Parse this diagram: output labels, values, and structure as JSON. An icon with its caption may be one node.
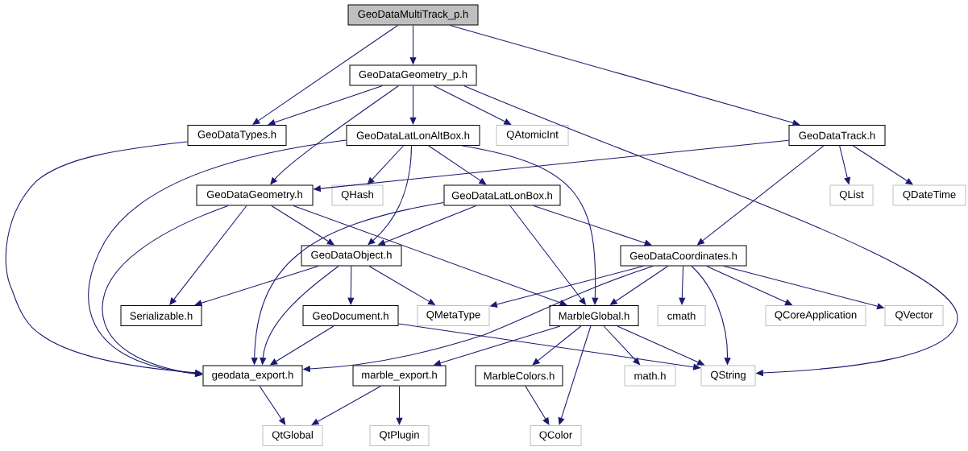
{
  "diagram": {
    "nodes": [
      {
        "text": [
          "GeoDataMultiTrack_p.h"
        ]
      },
      {
        "text": [
          "GeoDataGeometry_p.h"
        ]
      },
      {
        "text": [
          "GeoDataTypes.h"
        ]
      },
      {
        "text": [
          "GeoDataLatLonAltBox.h"
        ]
      },
      {
        "text": [
          "QAtomicInt"
        ]
      },
      {
        "text": [
          "GeoDataTrack.h"
        ]
      },
      {
        "text": [
          "GeoDataGeometry.h"
        ]
      },
      {
        "text": [
          "QHash"
        ]
      },
      {
        "text": [
          "GeoDataLatLonBox.h"
        ]
      },
      {
        "text": [
          "QList"
        ]
      },
      {
        "text": [
          "QDateTime"
        ]
      },
      {
        "text": [
          "GeoDataObject.h"
        ]
      },
      {
        "text": [
          "GeoDataCoordinates.h"
        ]
      },
      {
        "text": [
          "Serializable.h"
        ]
      },
      {
        "text": [
          "GeoDocument.h"
        ]
      },
      {
        "text": [
          "QMetaType"
        ]
      },
      {
        "text": [
          "MarbleGlobal.h"
        ]
      },
      {
        "text": [
          "cmath"
        ]
      },
      {
        "text": [
          "QCoreApplication"
        ]
      },
      {
        "text": [
          "QVector"
        ]
      },
      {
        "text": [
          "geodata_export.h"
        ]
      },
      {
        "text": [
          "marble_export.h"
        ]
      },
      {
        "text": [
          "MarbleColors.h"
        ]
      },
      {
        "text": [
          "math.h"
        ]
      },
      {
        "text": [
          "QString"
        ]
      },
      {
        "text": [
          "QtGlobal"
        ]
      },
      {
        "text": [
          "QtPlugin"
        ]
      },
      {
        "text": [
          "QColor"
        ]
      }
    ],
    "edges": [
      {
        "from": 0,
        "to": 1,
        "arrow": "to"
      },
      {
        "from": 0,
        "to": 2,
        "arrow": "to"
      },
      {
        "from": 0,
        "to": 5,
        "arrow": "to"
      },
      {
        "from": 1,
        "to": 2,
        "arrow": "to"
      },
      {
        "from": 1,
        "to": 6,
        "arrow": "to"
      },
      {
        "from": 1,
        "to": 3,
        "arrow": "to"
      },
      {
        "from": 1,
        "to": 4,
        "arrow": "to"
      },
      {
        "from": 1,
        "to": 24,
        "arrow": "to"
      },
      {
        "from": 2,
        "to": 20,
        "arrow": "to"
      },
      {
        "from": 3,
        "to": 20,
        "arrow": "to"
      },
      {
        "from": 3,
        "to": 7,
        "arrow": "to"
      },
      {
        "from": 3,
        "to": 11,
        "arrow": "to"
      },
      {
        "from": 3,
        "to": 8,
        "arrow": "to"
      },
      {
        "from": 3,
        "to": 16,
        "arrow": "to"
      },
      {
        "from": 5,
        "to": 6,
        "arrow": "to"
      },
      {
        "from": 5,
        "to": 12,
        "arrow": "to"
      },
      {
        "from": 5,
        "to": 9,
        "arrow": "to"
      },
      {
        "from": 5,
        "to": 10,
        "arrow": "to"
      },
      {
        "from": 6,
        "to": 20,
        "arrow": "to"
      },
      {
        "from": 6,
        "to": 13,
        "arrow": "to"
      },
      {
        "from": 6,
        "to": 11,
        "arrow": "to"
      },
      {
        "from": 6,
        "to": 16,
        "arrow": "to"
      },
      {
        "from": 8,
        "to": 20,
        "arrow": "to"
      },
      {
        "from": 8,
        "to": 11,
        "arrow": "to"
      },
      {
        "from": 8,
        "to": 16,
        "arrow": "to"
      },
      {
        "from": 8,
        "to": 12,
        "arrow": "to"
      },
      {
        "from": 11,
        "to": 13,
        "arrow": "to"
      },
      {
        "from": 11,
        "to": 20,
        "arrow": "to"
      },
      {
        "from": 11,
        "to": 14,
        "arrow": "to"
      },
      {
        "from": 11,
        "to": 15,
        "arrow": "to"
      },
      {
        "from": 12,
        "to": 15,
        "arrow": "to"
      },
      {
        "from": 12,
        "to": 20,
        "arrow": "to"
      },
      {
        "from": 12,
        "to": 16,
        "arrow": "to"
      },
      {
        "from": 12,
        "to": 17,
        "arrow": "to"
      },
      {
        "from": 12,
        "to": 24,
        "arrow": "to"
      },
      {
        "from": 12,
        "to": 18,
        "arrow": "to"
      },
      {
        "from": 12,
        "to": 19,
        "arrow": "to"
      },
      {
        "from": 14,
        "to": 20,
        "arrow": "to"
      },
      {
        "from": 14,
        "to": 24,
        "arrow": "to"
      },
      {
        "from": 16,
        "to": 21,
        "arrow": "to"
      },
      {
        "from": 16,
        "to": 22,
        "arrow": "to"
      },
      {
        "from": 16,
        "to": 27,
        "arrow": "to"
      },
      {
        "from": 16,
        "to": 23,
        "arrow": "to"
      },
      {
        "from": 16,
        "to": 24,
        "arrow": "to"
      },
      {
        "from": 20,
        "to": 25,
        "arrow": "to"
      },
      {
        "from": 21,
        "to": 25,
        "arrow": "to"
      },
      {
        "from": 21,
        "to": 26,
        "arrow": "to"
      },
      {
        "from": 22,
        "to": 27,
        "arrow": "to"
      }
    ]
  }
}
